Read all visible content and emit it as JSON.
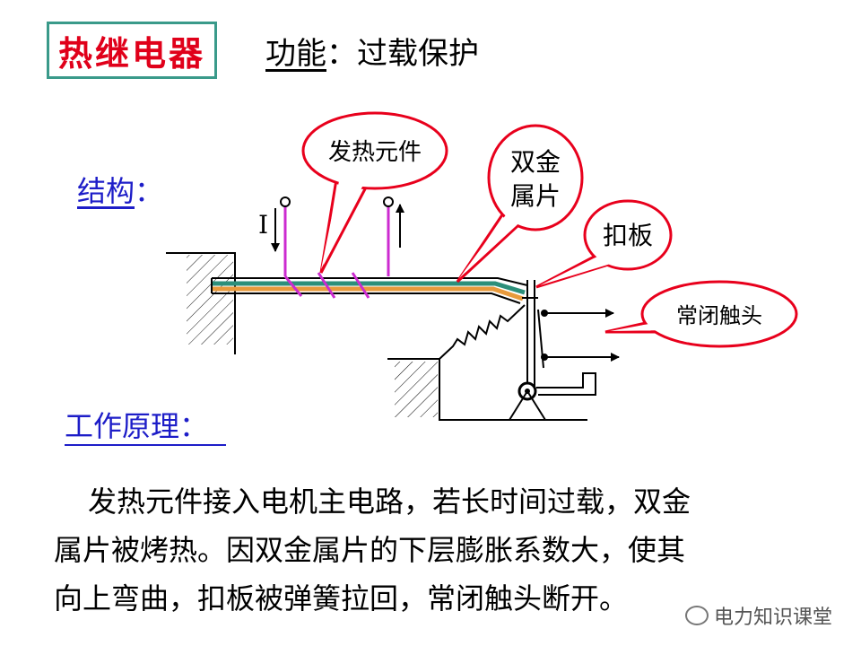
{
  "header": {
    "title": "热继电器",
    "function_label": "功能",
    "function_colon": "：",
    "function_text": "过载保护"
  },
  "structure": {
    "label": "结构",
    "colon": "："
  },
  "diagram": {
    "current_label": "I",
    "callouts": {
      "heating_element": "发热元件",
      "bimetal_line1": "双金",
      "bimetal_line2": "属片",
      "lever": "扣板",
      "nc_contact": "常闭触头"
    }
  },
  "principle": {
    "label": "工作原理：",
    "lines": [
      "发热元件接入电机主电路，若长时间过载，双金",
      "属片被烤热。因双金属片的下层膨胀系数大，使其",
      "向上弯曲，扣板被弹簧拉回，常闭触头断开。"
    ]
  },
  "watermark": {
    "text": "电力知识课堂",
    "icon": "wechat-icon"
  },
  "colors": {
    "title_red": "#e0001a",
    "link_blue": "#1d1dc8",
    "callout_red": "#e8001c",
    "heater_magenta": "#cc2bd0",
    "bimetal_teal": "#2c8f7a",
    "bimetal_orange": "#e89a3c"
  }
}
